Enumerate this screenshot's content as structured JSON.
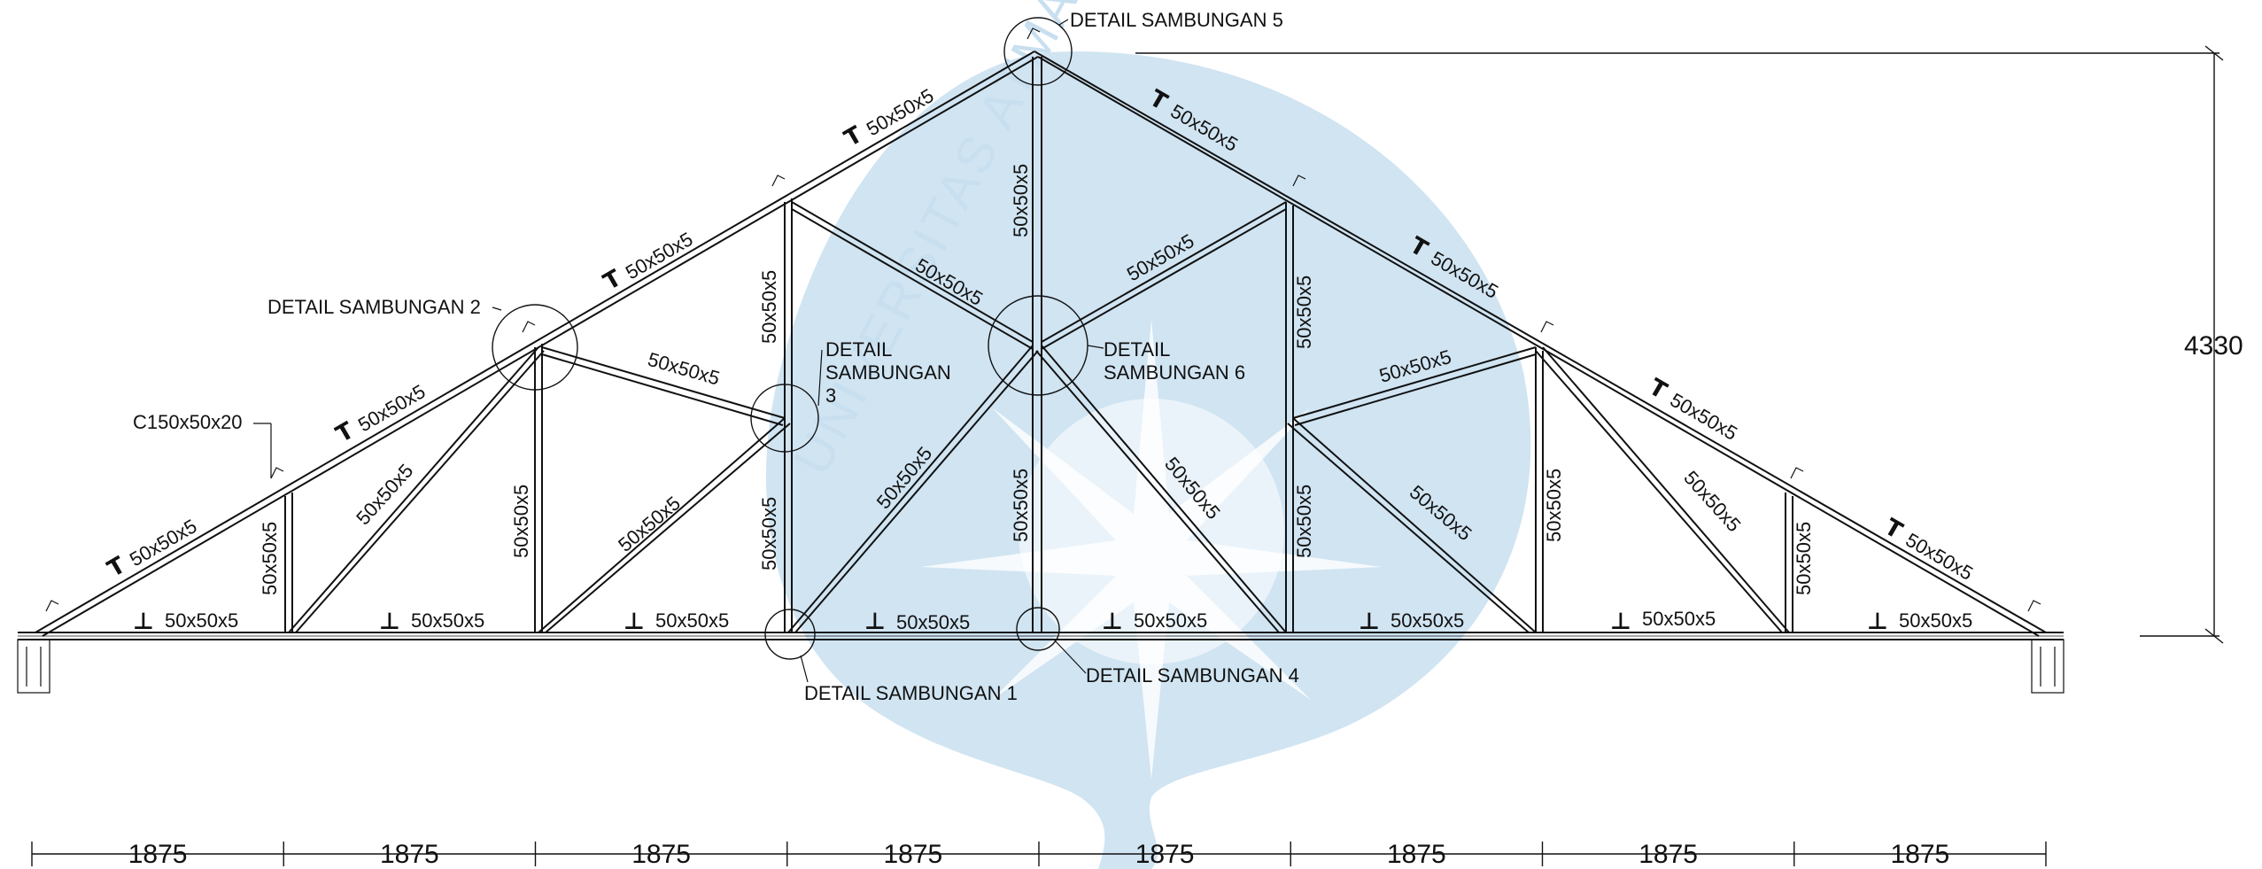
{
  "watermark": {
    "text": "UNIVERSITAS ATMA JAYA YOGYAKARTA",
    "color": "#c8dff0"
  },
  "labels": {
    "member_size": "50x50x5",
    "purlin": "C150x50x20",
    "detail_1": "DETAIL SAMBUNGAN 1",
    "detail_2": "DETAIL SAMBUNGAN 2",
    "detail_3_line1": "DETAIL",
    "detail_3_line2": "SAMBUNGAN",
    "detail_3_line3": "3",
    "detail_4": "DETAIL SAMBUNGAN 4",
    "detail_5": "DETAIL SAMBUNGAN 5",
    "detail_6_line1": "DETAIL",
    "detail_6_line2": "SAMBUNGAN 6"
  },
  "dimensions": {
    "height": "4330",
    "spans": [
      "1875",
      "1875",
      "1875",
      "1875",
      "1875",
      "1875",
      "1875",
      "1875"
    ]
  }
}
